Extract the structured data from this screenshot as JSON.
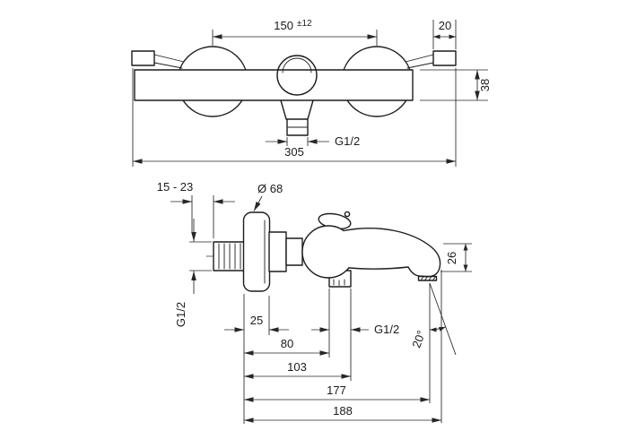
{
  "document": {
    "type": "technical-dimension-drawing",
    "subject": "Wall-mounted thermostatic bath mixer",
    "background_color": "#ffffff",
    "line_color": "#1c1c1c"
  },
  "front_view": {
    "dims": {
      "center_distance": "150",
      "center_distance_tolerance": "±12",
      "union_width": "20",
      "body_height": "38",
      "outlet_thread": "G1/2",
      "overall_width": "305"
    }
  },
  "side_view": {
    "dims": {
      "wall_adjustment": "15 - 23",
      "escutcheon_diameter": "Ø 68",
      "outlet_height": "26",
      "inlet_thread": "G1/2",
      "escutcheon_depth": "25",
      "body_depth": "80",
      "hose_outlet_thread": "G1/2",
      "hose_outlet_depth": "103",
      "spout_angle": "20°",
      "spout_reach": "177",
      "overall_depth": "188"
    }
  }
}
